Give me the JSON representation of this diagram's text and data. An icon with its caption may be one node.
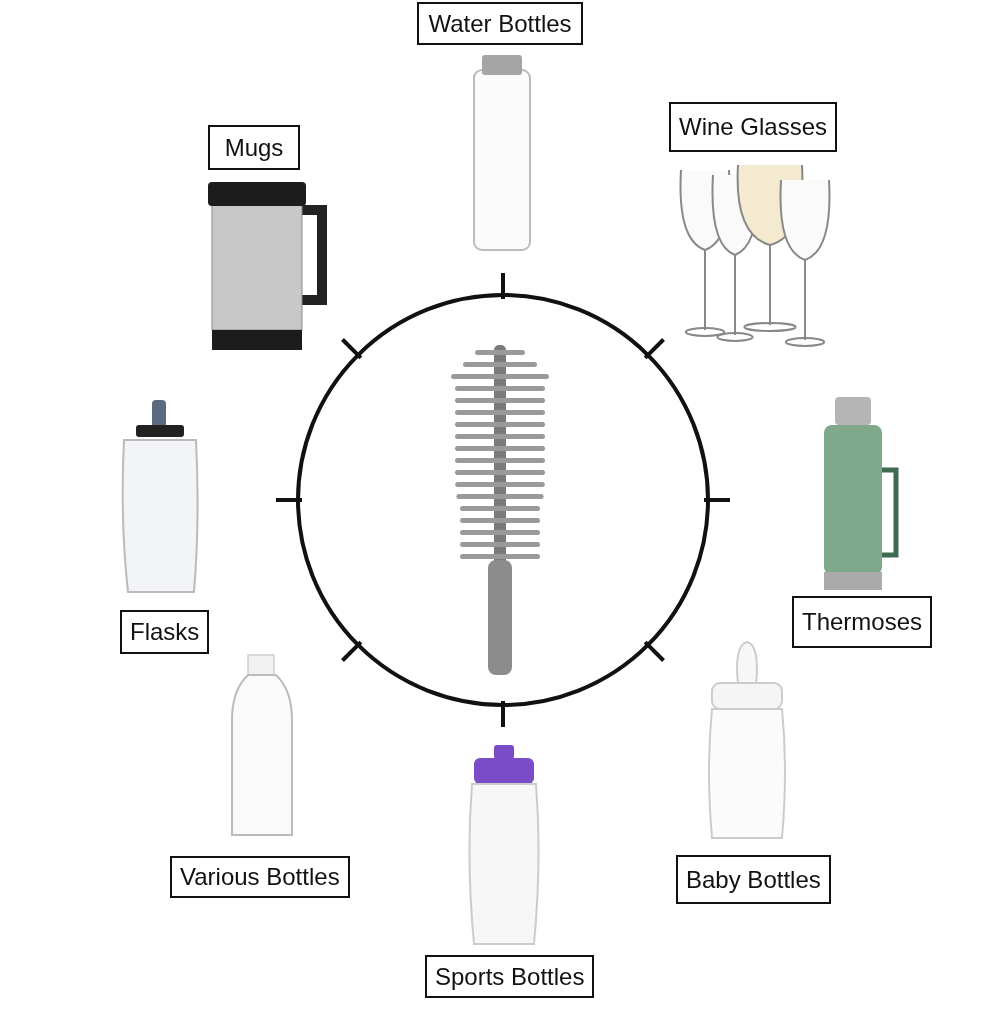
{
  "diagram": {
    "nodes": [
      {
        "text": [
          "Water Bottles"
        ]
      },
      {
        "text": [
          "Mugs"
        ]
      },
      {
        "text": [
          "Wine Glasses"
        ]
      },
      {
        "text": [
          "Flasks"
        ]
      },
      {
        "text": [
          "Thermoses"
        ]
      },
      {
        "text": [
          "Various Bottles"
        ]
      },
      {
        "text": [
          "Baby Bottles"
        ]
      },
      {
        "text": [
          "Sports Bottles"
        ]
      }
    ]
  }
}
